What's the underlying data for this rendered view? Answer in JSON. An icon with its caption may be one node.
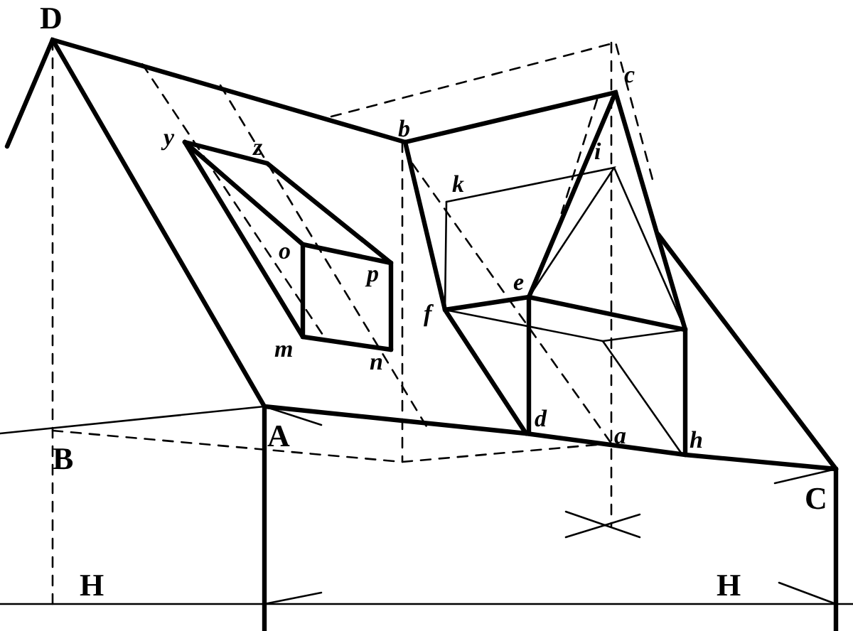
{
  "diagram": {
    "labels": [
      "D",
      "y",
      "z",
      "b",
      "c",
      "k",
      "i",
      "o",
      "p",
      "e",
      "f",
      "m",
      "n",
      "d",
      "a",
      "h",
      "B",
      "A",
      "C",
      "H",
      "H"
    ]
  }
}
